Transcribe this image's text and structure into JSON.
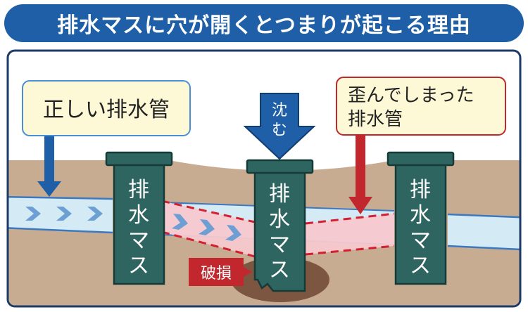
{
  "header": {
    "title": "排水マスに穴が開くとつまりが起こる理由"
  },
  "labels": {
    "correct_pipe": "正しい排水管",
    "distorted_pipe_line1": "歪んでしまった",
    "distorted_pipe_line2": "排水管",
    "sink_line1": "沈",
    "sink_line2": "む",
    "damage": "破損"
  },
  "basins": [
    {
      "name": "left-basin",
      "label_chars": [
        "排",
        "水",
        "マ",
        "ス"
      ]
    },
    {
      "name": "center-basin",
      "label_chars": [
        "排",
        "水",
        "マ",
        "ス"
      ]
    },
    {
      "name": "right-basin",
      "label_chars": [
        "排",
        "水",
        "マ",
        "ス"
      ]
    }
  ],
  "icons": {
    "flow_arrow": "chevron-right-icon",
    "pointer_arrow": "arrow-down-icon"
  },
  "colors": {
    "header_bg": "#1e5fa8",
    "frame_border": "#1e3a66",
    "sky": "#ffffff",
    "soil": "#c8ac92",
    "hole": "#7c5640",
    "pipe_fill": "#d4ebf5",
    "pipe_stroke": "#3c78bf",
    "flow_arrow": "#6e9fd4",
    "basin_fill": "#2e6561",
    "basin_stroke": "#163a37",
    "distorted_fill": "#f7c9cf",
    "distorted_stroke": "#d31f30",
    "callout_bg": "#fdf8d6",
    "callout_border_blue": "#4a8fd4",
    "callout_border_red": "#c1272d",
    "arrow_blue": "#1e5fa8",
    "arrow_red": "#c1272d",
    "damage_bg": "#c1272d",
    "basin_text": "#ffffff"
  }
}
